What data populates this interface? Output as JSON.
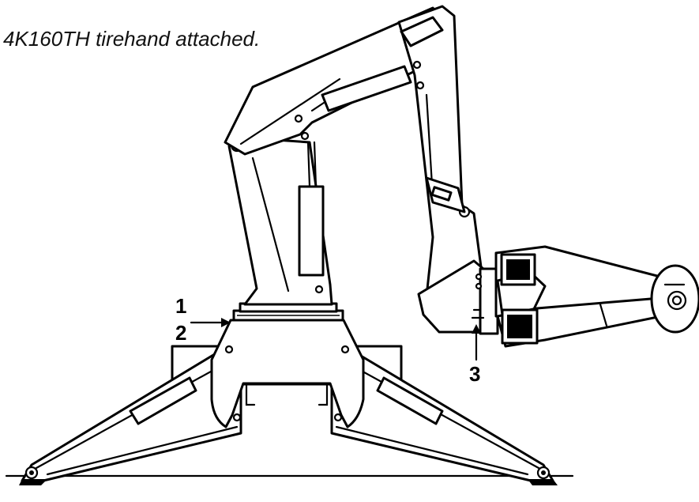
{
  "caption": "4K160TH tirehand attached.",
  "callouts": {
    "one": "1",
    "two": "2",
    "three": "3"
  }
}
